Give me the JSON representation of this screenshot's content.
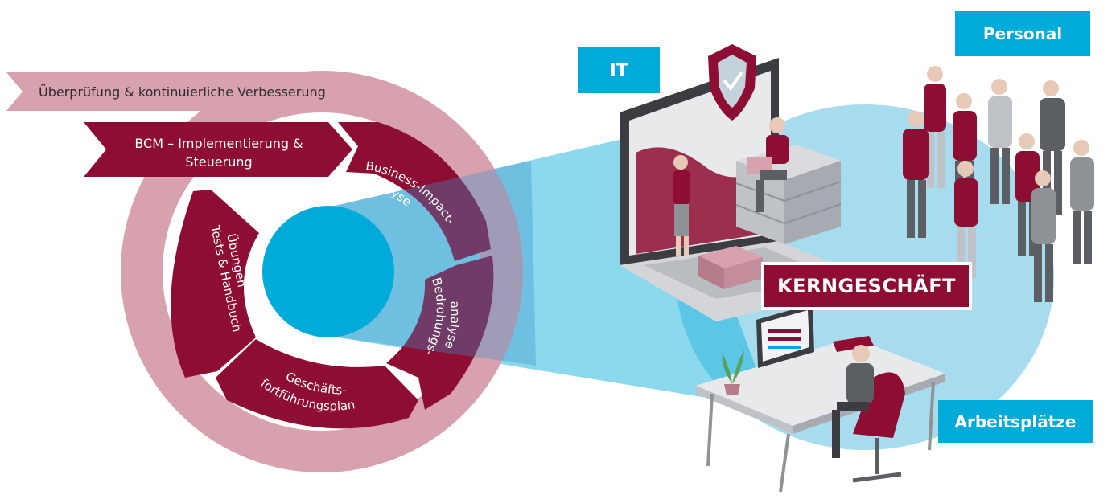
{
  "colors": {
    "accent_red": "#8e0e33",
    "light_ring": "#d7a1ae",
    "cyan": "#00abd9",
    "light_blue": "#a7dcef",
    "grey": "#bfc2c6"
  },
  "cycle": {
    "outer_label": "Überprüfung & kontinuierliche Verbesserung",
    "implementation_line1": "BCM – Implementierung &",
    "implementation_line2": "Steuerung",
    "segment_bia_line1": "Business-Impact-",
    "segment_bia_line2": "Analyse",
    "segment_threat_line1": "Bedrohungs-",
    "segment_threat_line2": "analyse",
    "segment_plan_line1": "Geschäfts-",
    "segment_plan_line2": "fortführungsplan",
    "segment_tests_line1": "Übungen",
    "segment_tests_line2": "Tests & Handbuch"
  },
  "areas": {
    "it": "IT",
    "personal": "Personal",
    "arbeitsplaetze": "Arbeitsplätze",
    "core": "KERNGESCHÄFT"
  }
}
